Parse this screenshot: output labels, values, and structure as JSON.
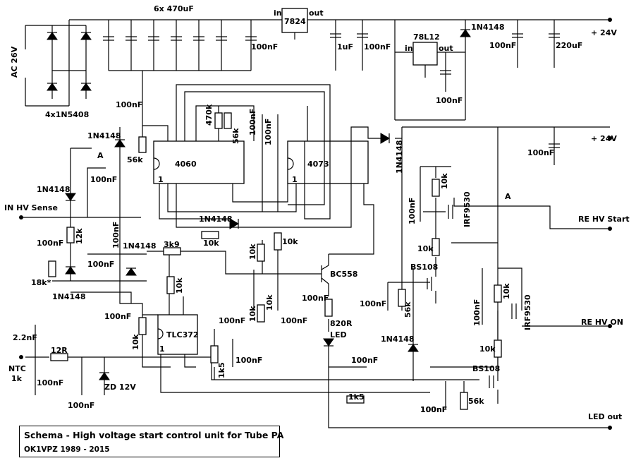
{
  "title": {
    "line1": "Schema - High voltage start control unit for Tube PA",
    "line2": "OK1VPZ 1989 - 2015"
  },
  "labels": {
    "caps6": "6x 470uF",
    "ac": "AC 26V",
    "bridge": "4x1N5408",
    "cap100n_a": "100nF",
    "reg_in": "in",
    "reg7824": "7824",
    "reg_out": "out",
    "cap1u": "1uF",
    "cap100n_b": "100nF",
    "reg78l12": "78L12",
    "reg2_in": "in",
    "reg2_out": "out",
    "cap100n_c": "100nF",
    "d_top": "1N4148",
    "cap100n_d": "100nF",
    "cap220u": "220uF",
    "plus24_top": "+ 24V",
    "plus24_mid": "+ 24V",
    "cap100n_e": "100nF",
    "cap100n_f": "100nF",
    "r470k": "470k",
    "r56k_top": "56k",
    "cap100n_g": "100nF",
    "cap100n_h": "100nF",
    "d1n4148_a": "1N4148",
    "r56k_a": "56k",
    "ic4060": "4060",
    "ic4060_pin": "1",
    "ic4073": "4073",
    "ic4073_pin": "1",
    "d1n4148_vert": "1N4148",
    "label_a1": "A",
    "cap100n_i": "100nF",
    "d1n4148_b": "1N4148",
    "in_hv": "IN HV Sense",
    "cap100n_j": "100nF",
    "r12k": "12k",
    "cap100n_k": "100nF",
    "d1n4148_c": "1N4148",
    "r3k9": "3k9",
    "d1n4148_d": "1N4148",
    "r10k_a": "10k",
    "r10k_b": "10k",
    "r10k_c": "10k",
    "cap100n_l": "100nF",
    "r18k": "18k*",
    "d1n4148_e": "1N4148",
    "cap100n_m": "100nF",
    "r10k_d": "10k",
    "bc558": "BC558",
    "cap100n_n": "100nF",
    "cap100n_o": "100nF",
    "r10k_e": "10k",
    "r10k_f": "10k",
    "cap100n_p": "100nF",
    "cap100n_q": "100nF",
    "r820": "820R",
    "led": "LED",
    "tlc372": "TLC372",
    "tlc_pin": "1",
    "r10k_g": "10k",
    "cap100n_r": "100nF",
    "r1k5_a": "1k5",
    "cap2n2": "2.2nF",
    "r12r": "12R",
    "ntc": "NTC",
    "ntc1k": "1k",
    "cap100n_s": "100nF",
    "cap100n_t": "100nF",
    "zd12": "ZD 12V",
    "cap100n_u": "100nF",
    "r1k5_b": "1k5",
    "bs108_a": "BS108",
    "cap100n_v": "100nF",
    "r56k_b": "56k",
    "d1n4148_f": "1N4148",
    "r10k_h": "10k",
    "cap100n_w": "100nF",
    "irf9530_a": "IRF9530",
    "label_a2": "A",
    "re_hv_start": "RE HV Start",
    "r10k_i": "10k",
    "cap100n_x": "100nF",
    "r10k_j": "10k",
    "irf9530_b": "IRF9530",
    "re_hv_on": "RE HV ON",
    "r10k_k": "10k",
    "bs108_b": "BS108",
    "cap100n_y": "100nF",
    "r56k_c": "56k",
    "led_out": "LED out"
  }
}
